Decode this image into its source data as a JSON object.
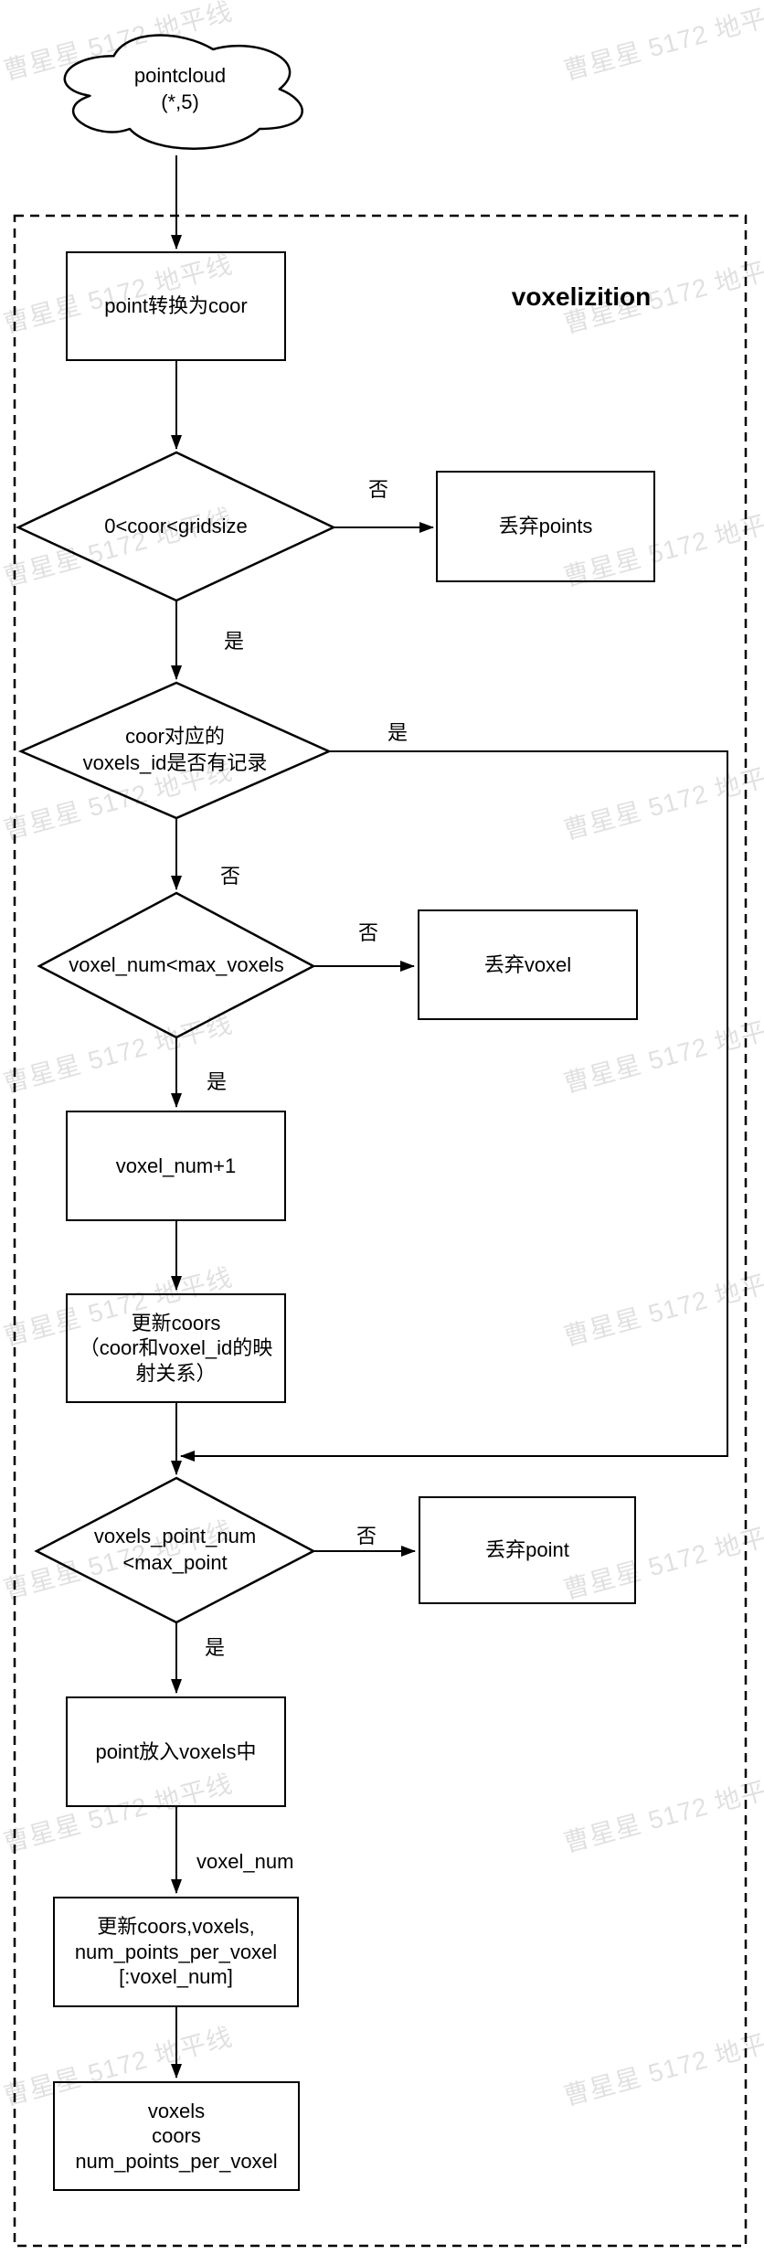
{
  "watermark": {
    "text": "曹星星 5172 地平线"
  },
  "container": {
    "title": "voxelizition"
  },
  "cloud": {
    "line1": "pointcloud",
    "line2": "(*,5)"
  },
  "nodes": {
    "convert": {
      "label": "point转换为coor"
    },
    "check_range": {
      "label": "0<coor<gridsize"
    },
    "discard_points": {
      "label": "丢弃points"
    },
    "check_recorded": {
      "line1": "coor对应的",
      "line2": "voxels_id是否有记录"
    },
    "check_max_voxels": {
      "label": "voxel_num<max_voxels"
    },
    "discard_voxel": {
      "label": "丢弃voxel"
    },
    "inc_voxel_num": {
      "label": "voxel_num+1"
    },
    "update_coors": {
      "line1": "更新coors",
      "line2": "（coor和voxel_id的映",
      "line3": "射关系）"
    },
    "check_max_point": {
      "line1": "voxels_point_num",
      "line2": "<max_point"
    },
    "discard_point": {
      "label": "丢弃point"
    },
    "put_point": {
      "label": "point放入voxels中"
    },
    "update_outputs": {
      "line1": "更新coors,voxels,",
      "line2": "num_points_per_voxel",
      "line3": "[:voxel_num]"
    },
    "outputs": {
      "line1": "voxels",
      "line2": "coors",
      "line3": "num_points_per_voxel"
    }
  },
  "edge_labels": {
    "no1": "否",
    "yes1": "是",
    "yes2": "是",
    "no2": "否",
    "no3": "否",
    "yes3": "是",
    "no4": "否",
    "yes4": "是",
    "voxel_num": "voxel_num"
  },
  "colors": {
    "line": "#000000",
    "background": "#ffffff",
    "watermark_gray": "rgba(0,0,0,0.12)"
  }
}
